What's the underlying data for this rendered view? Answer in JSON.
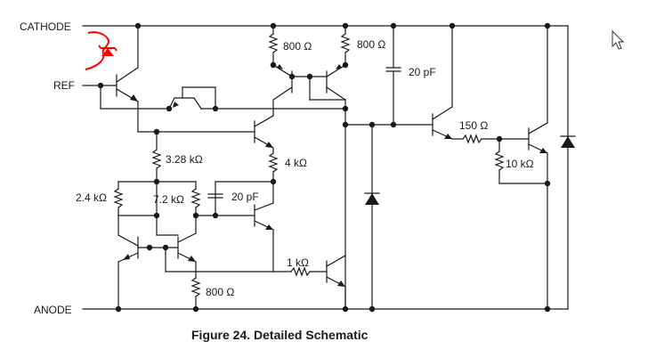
{
  "nodes": {
    "cathode": "CATHODE",
    "ref": "REF",
    "anode": "ANODE"
  },
  "components": {
    "r_800a": "800 Ω",
    "r_800b": "800 Ω",
    "c_20pf_top": "20 pF",
    "r_150": "150 Ω",
    "r_10k": "10 kΩ",
    "r_3280": "3.28 kΩ",
    "r_4k": "4 kΩ",
    "r_2400": "2.4 kΩ",
    "r_7200": "7.2 kΩ",
    "c_20pf_mid": "20 pF",
    "r_1k": "1 kΩ",
    "r_800c": "800 Ω"
  },
  "caption": "Figure 24.  Detailed Schematic",
  "colors": {
    "wire": "#1a1a1a",
    "annotation": "#ff0000",
    "background": "#ffffff"
  },
  "icons": {
    "annotation": "red-hand-drawn-zener-mark",
    "cursor": "mouse-pointer-icon"
  }
}
